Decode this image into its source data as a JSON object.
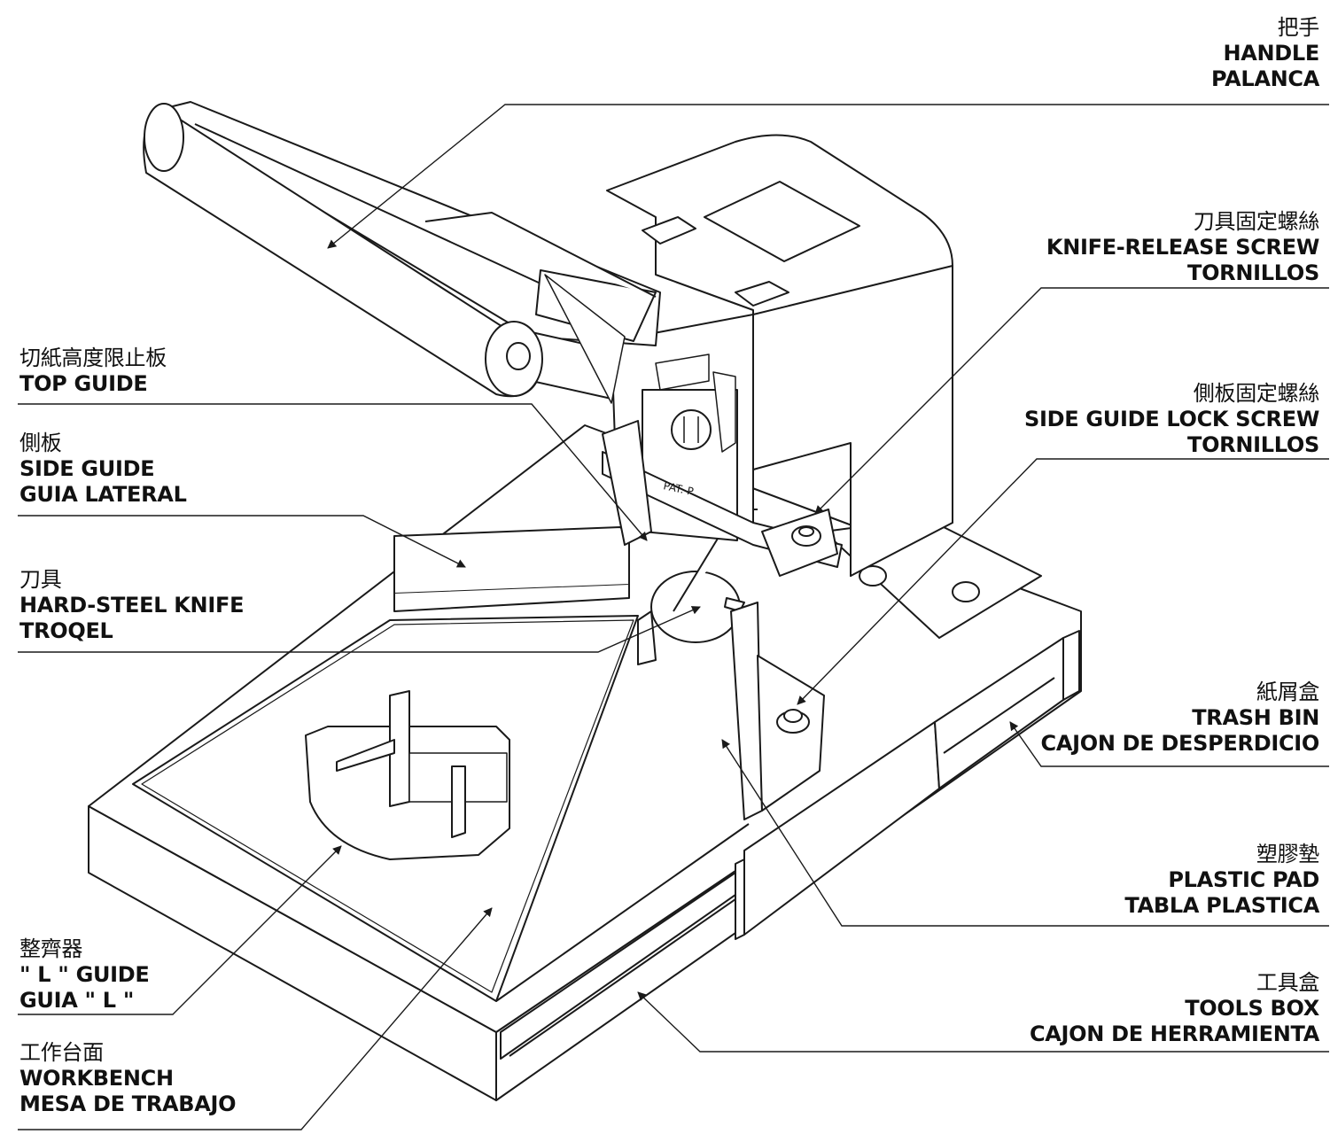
{
  "labels": {
    "handle": {
      "zh": "把手",
      "en": "HANDLE",
      "es": "PALANCA"
    },
    "knife_release_screw": {
      "zh": "刀具固定螺絲",
      "en": "KNIFE-RELEASE SCREW",
      "es": "TORNILLOS"
    },
    "side_guide_lock_screw": {
      "zh": "側板固定螺絲",
      "en": "SIDE GUIDE LOCK SCREW",
      "es": "TORNILLOS"
    },
    "trash_bin": {
      "zh": "紙屑盒",
      "en": "TRASH BIN",
      "es": "CAJON DE DESPERDICIO"
    },
    "plastic_pad": {
      "zh": "塑膠墊",
      "en": "PLASTIC PAD",
      "es": "TABLA PLASTICA"
    },
    "tools_box": {
      "zh": "工具盒",
      "en": "TOOLS BOX",
      "es": "CAJON DE HERRAMIENTA"
    },
    "top_guide": {
      "zh": "切紙高度限止板",
      "en": "TOP GUIDE"
    },
    "side_guide": {
      "zh": "側板",
      "en": "SIDE GUIDE",
      "es": "GUIA LATERAL"
    },
    "hard_steel_knife": {
      "zh": "刀具",
      "en": "HARD-STEEL KNIFE",
      "es": "TROQEL"
    },
    "l_guide": {
      "zh": "整齊器",
      "en": "\" L \" GUIDE",
      "es": "GUIA \" L \""
    },
    "workbench": {
      "zh": "工作台面",
      "en": "WORKBENCH",
      "es": "MESA DE TRABAJO"
    }
  },
  "knife_plate_marking": "PAT. P",
  "colors": {
    "line": "#1a1a1a",
    "fill": "#ffffff",
    "text": "#111111"
  }
}
